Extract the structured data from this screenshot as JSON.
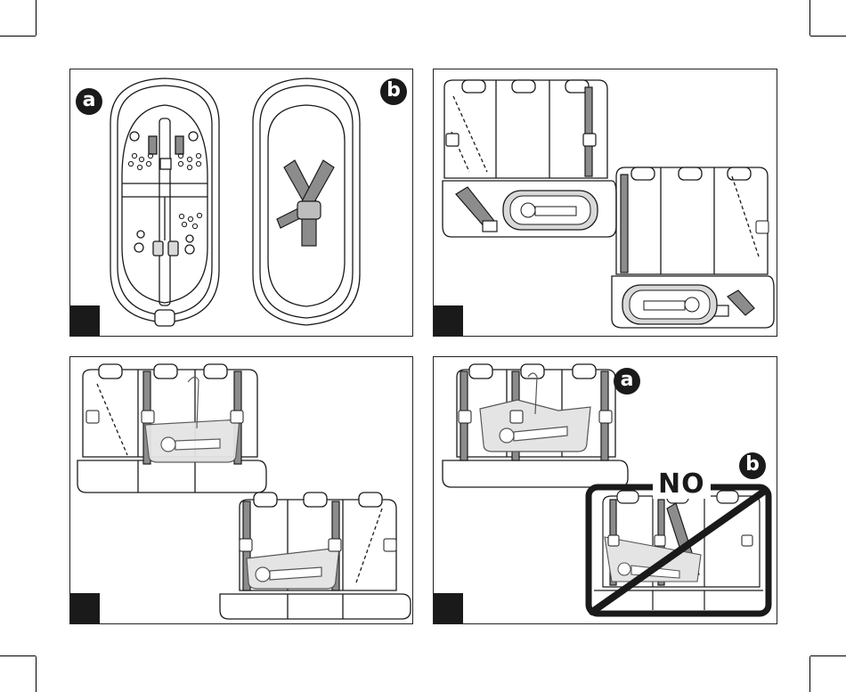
{
  "panels": [
    {
      "id": "p1",
      "badges": [
        "a",
        "b"
      ]
    },
    {
      "id": "p2",
      "badges": []
    },
    {
      "id": "p3",
      "badges": []
    },
    {
      "id": "p4",
      "badges": [
        "a",
        "b"
      ],
      "warning": "NO"
    }
  ],
  "colors": {
    "ink": "#1a1a1a",
    "belt": "#8c8c8c",
    "bassinet_fill": "#d9d9d9",
    "paper": "#ffffff"
  }
}
